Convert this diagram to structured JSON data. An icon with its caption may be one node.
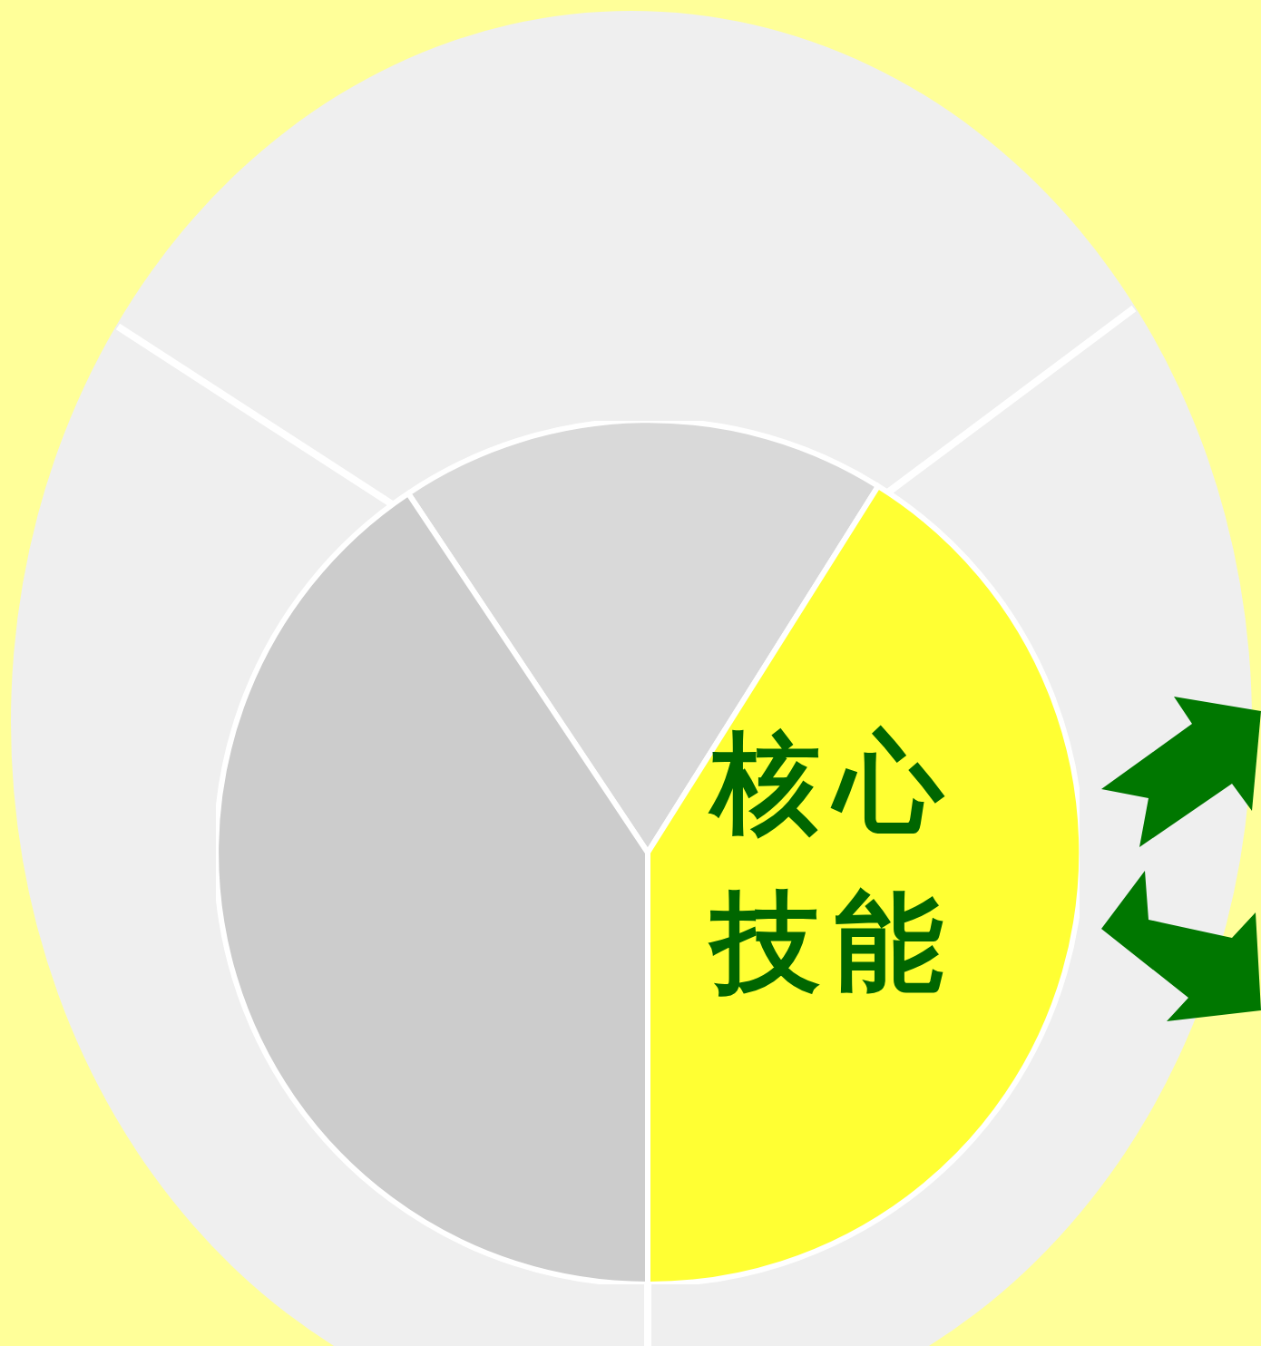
{
  "diagram": {
    "nodes": [
      {
        "text": [],
        "shape": "wedge"
      },
      {
        "text": [],
        "shape": "wedge"
      },
      {
        "text": [
          "核心技能"
        ]
      }
    ],
    "edges": [
      {
        "from": 2,
        "to": null,
        "arrow": "to",
        "color": "#007700"
      },
      {
        "from": 2,
        "to": null,
        "arrow": "to",
        "color": "#007700"
      }
    ]
  }
}
